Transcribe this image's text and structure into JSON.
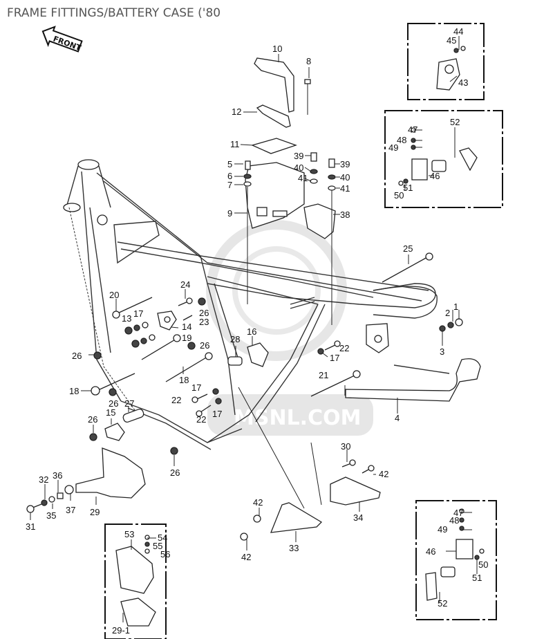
{
  "title": "FRAME FITTINGS/BATTERY CASE ('80",
  "front_arrow": "FRONT",
  "watermark": "MSNL.COM",
  "colors": {
    "ink": "#222222",
    "watermark": "#e6e6e6",
    "title": "#555555"
  },
  "callouts": {
    "p1": "1",
    "p2": "2",
    "p3": "3",
    "p4": "4",
    "p5": "5",
    "p6": "6",
    "p7": "7",
    "p8": "8",
    "p9": "9",
    "p10": "10",
    "p11": "11",
    "p12": "12",
    "p13": "13",
    "p14": "14",
    "p15": "15",
    "p16": "16",
    "p17a": "17",
    "p17b": "17",
    "p17c": "17",
    "p17d": "17",
    "p18a": "18",
    "p18b": "18",
    "p19": "19",
    "p20": "20",
    "p21": "21",
    "p22a": "22",
    "p22b": "22",
    "p22c": "22",
    "p23": "23",
    "p24": "24",
    "p25": "25",
    "p26a": "26",
    "p26b": "26",
    "p26c": "26",
    "p26d": "26",
    "p26e": "26",
    "p26f": "26",
    "p27": "27",
    "p28": "28",
    "p29": "29",
    "p29_1": "29-1",
    "p30": "30",
    "p31": "31",
    "p32": "32",
    "p33": "33",
    "p34": "34",
    "p35": "35",
    "p36": "36",
    "p37": "37",
    "p38": "38",
    "p39a": "39",
    "p39b": "39",
    "p40a": "40",
    "p40b": "40",
    "p41a": "41",
    "p41b": "41",
    "p42a": "42",
    "p42b": "42",
    "p42c": "42",
    "p43": "43",
    "p44": "44",
    "p45": "45",
    "p46a": "46",
    "p46b": "46",
    "p47a": "47",
    "p47b": "47",
    "p48a": "48",
    "p48b": "48",
    "p49a": "49",
    "p49b": "49",
    "p50a": "50",
    "p50b": "50",
    "p51a": "51",
    "p51b": "51",
    "p52a": "52",
    "p52b": "52",
    "p53": "53",
    "p54": "54",
    "p55": "55",
    "p56": "56"
  }
}
